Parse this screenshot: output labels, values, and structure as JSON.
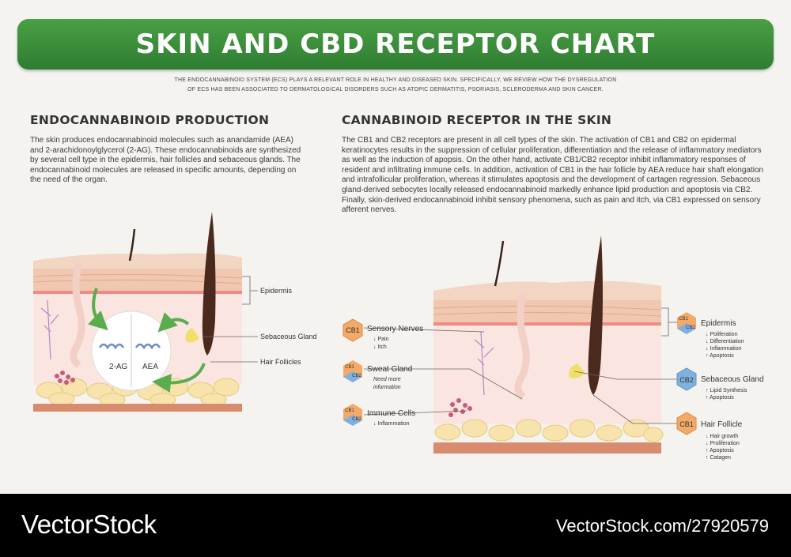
{
  "title": "SKIN AND CBD RECEPTOR CHART",
  "intro_line1": "The endocannabinoid system (ECS) plays a relevant role in healthy and diseased skin. Specifically, we review how the dysregulation",
  "intro_line2": "of ECS has been associated to dermatological disorders such as atopic dermatitis, psoriasis, scleroderma and skin cancer.",
  "left": {
    "heading": "ENDOCANNABINOID PRODUCTION",
    "paragraph": "The skin produces endocannabinoid molecules such as anandamide (AEA) and 2-arachidonoylglycerol (2-AG). These endocannabinoids are synthesized by several cell type in the epidermis, hair follicles and sebaceous glands. The endocannabinoid molecules are released in specific amounts, depending on the need of the organ.",
    "labels": {
      "epidermis": "Epidermis",
      "sebaceous": "Sebaceous Gland",
      "hair": "Hair Follicles"
    },
    "molecules": {
      "left": "2-AG",
      "right": "AEA"
    }
  },
  "right": {
    "heading": "CANNABINOID RECEPTOR IN THE SKIN",
    "paragraph": "The CB1 and CB2 receptors are present in all cell types of the skin. The activation of CB1 and CB2 on epidermal keratinocytes results in the suppression of cellular proliferation, differentiation and the release of inflammatory mediators as well as the induction of apopsis. On the other hand, activate CB1/CB2 receptor inhibit inflammatory responses of resident and infiltrating immune cells. In addition, activation of CB1 in the hair follicle by AEA reduce hair shaft elongation and intrafollicular proliferation, whereas it stimulates apoptosis and the development of cartagen regression. Sebaceous gland-derived sebocytes locally released endocannabinoid markedly enhance lipid production and apoptosis via CB2. Finally, skin-derived endocannabinoid inhibit sensory phenomena, such as pain and itch, via CB1 expressed on sensory afferent nerves.",
    "receptors": {
      "cb1": "CB1",
      "cb2": "CB2"
    },
    "sensory": {
      "title": "Sensory Nerves",
      "items": [
        "↓ Pain",
        "↓ Itch"
      ]
    },
    "sweat": {
      "title": "Sweat Gland",
      "note1": "Need more",
      "note2": "information"
    },
    "immune": {
      "title": "Immune Cells",
      "items": [
        "↓ Inflammation"
      ]
    },
    "epidermis": {
      "title": "Epidermis",
      "items": [
        "↓ Poliferation",
        "↓ Differentiation",
        "↓ Inflammation",
        "↑ Apoptosis"
      ]
    },
    "sebaceous": {
      "title": "Sebaceous Gland",
      "items": [
        "↑ Lipid Synthesis",
        "↑ Apoptosis"
      ]
    },
    "hair": {
      "title": "Hair Follicle",
      "items": [
        "↓ Hair growth",
        "↓ Proliferation",
        "↑ Apoptosis",
        "↑ Catagen"
      ]
    }
  },
  "footer": {
    "brand": "VectorStock",
    "url": "VectorStock.com/27920579"
  },
  "colors": {
    "banner": "#3a8f3c",
    "cb1": "#f3a968",
    "cb2": "#7fb0de",
    "arrow": "#5aad4e"
  }
}
